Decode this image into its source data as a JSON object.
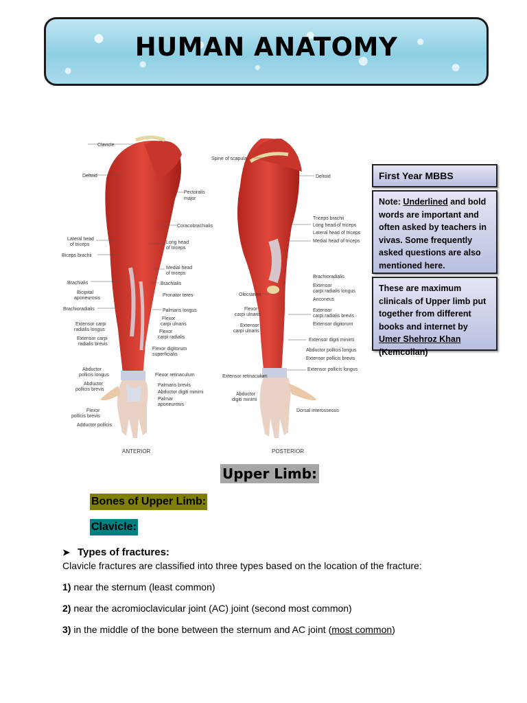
{
  "title": "HUMAN ANATOMY",
  "figure": {
    "anterior_label": "ANTERIOR",
    "posterior_label": "POSTERIOR",
    "anterior_labels": [
      "Clavicle",
      "Deltoid",
      "Pectoralis",
      "major",
      "Coracobrachialis",
      "Lateral head",
      "of triceps",
      "Long head",
      "of triceps",
      "Biceps brachii",
      "Medial head",
      "of triceps",
      "Brachialis",
      "Brachialis",
      "Bicipital",
      "aponeurosis",
      "Pronator teres",
      "Brachioradialis",
      "Palmaris longus",
      "Flexor",
      "carpi ulnaris",
      "Extensor carpi",
      "radialis longus",
      "Flexor",
      "carpi radialis",
      "Extensor carpi",
      "radialis brevis",
      "Flexor digitorum",
      "superficialis",
      "Abductor",
      "pollicis longus",
      "Flexor retinaculum",
      "Abductor",
      "pollicis brevis",
      "Palmaris brevis",
      "Abductor digiti minimi",
      "Palmar",
      "aponeurosis",
      "Flexor",
      "pollicis brevis",
      "Adductor pollicis"
    ],
    "posterior_labels": [
      "Spine of scapula",
      "Deltoid",
      "Triceps brachii",
      "Long head of triceps",
      "Lateral head of triceps",
      "Medial head of triceps",
      "Brachioradialis",
      "Extensor",
      "carpi radialis longus",
      "Olecranon",
      "Anconeus",
      "Flexor",
      "carpi ulnaris",
      "Extensor",
      "carpi radialis brevis",
      "Extensor",
      "carpi ulnaris",
      "Extensor digitorum",
      "Extensor digiti minimi",
      "Abductor pollicis longus",
      "Extensor pollicis brevis",
      "Extensor pollicis longus",
      "Extensor retinaculum",
      "Abductor",
      "digiti minimi",
      "Dorsal interosseous"
    ]
  },
  "sidebar": {
    "box1": "First Year MBBS",
    "box2": {
      "part1": "Note: ",
      "underlined": "Underlined",
      "part2": " and bold words are important and often asked by teachers in vivas. Some frequently asked questions are also mentioned here."
    },
    "box3": {
      "part1": "These are maximum clinicals of Upper limb put together from different books and internet by ",
      "author": "Umer Shehroz Khan",
      "part2": " (Kemcolian)"
    }
  },
  "headings": {
    "upper_limb": "Upper Limb:",
    "bones": "Bones of Upper Limb:",
    "clavicle": "Clavicle:"
  },
  "fractures": {
    "bullet": "Types of fractures:",
    "intro": "Clavicle fractures are classified into three types based on the location of the fracture:",
    "items": [
      {
        "num": "1)",
        "text": " near the sternum (least common)"
      },
      {
        "num": "2)",
        "text": " near the acromioclavicular joint (AC) joint (second most common)"
      },
      {
        "num": "3)",
        "text_before": " in the middle of the bone between the sternum and AC joint (",
        "underlined": "most common",
        "text_after": ")"
      }
    ]
  }
}
